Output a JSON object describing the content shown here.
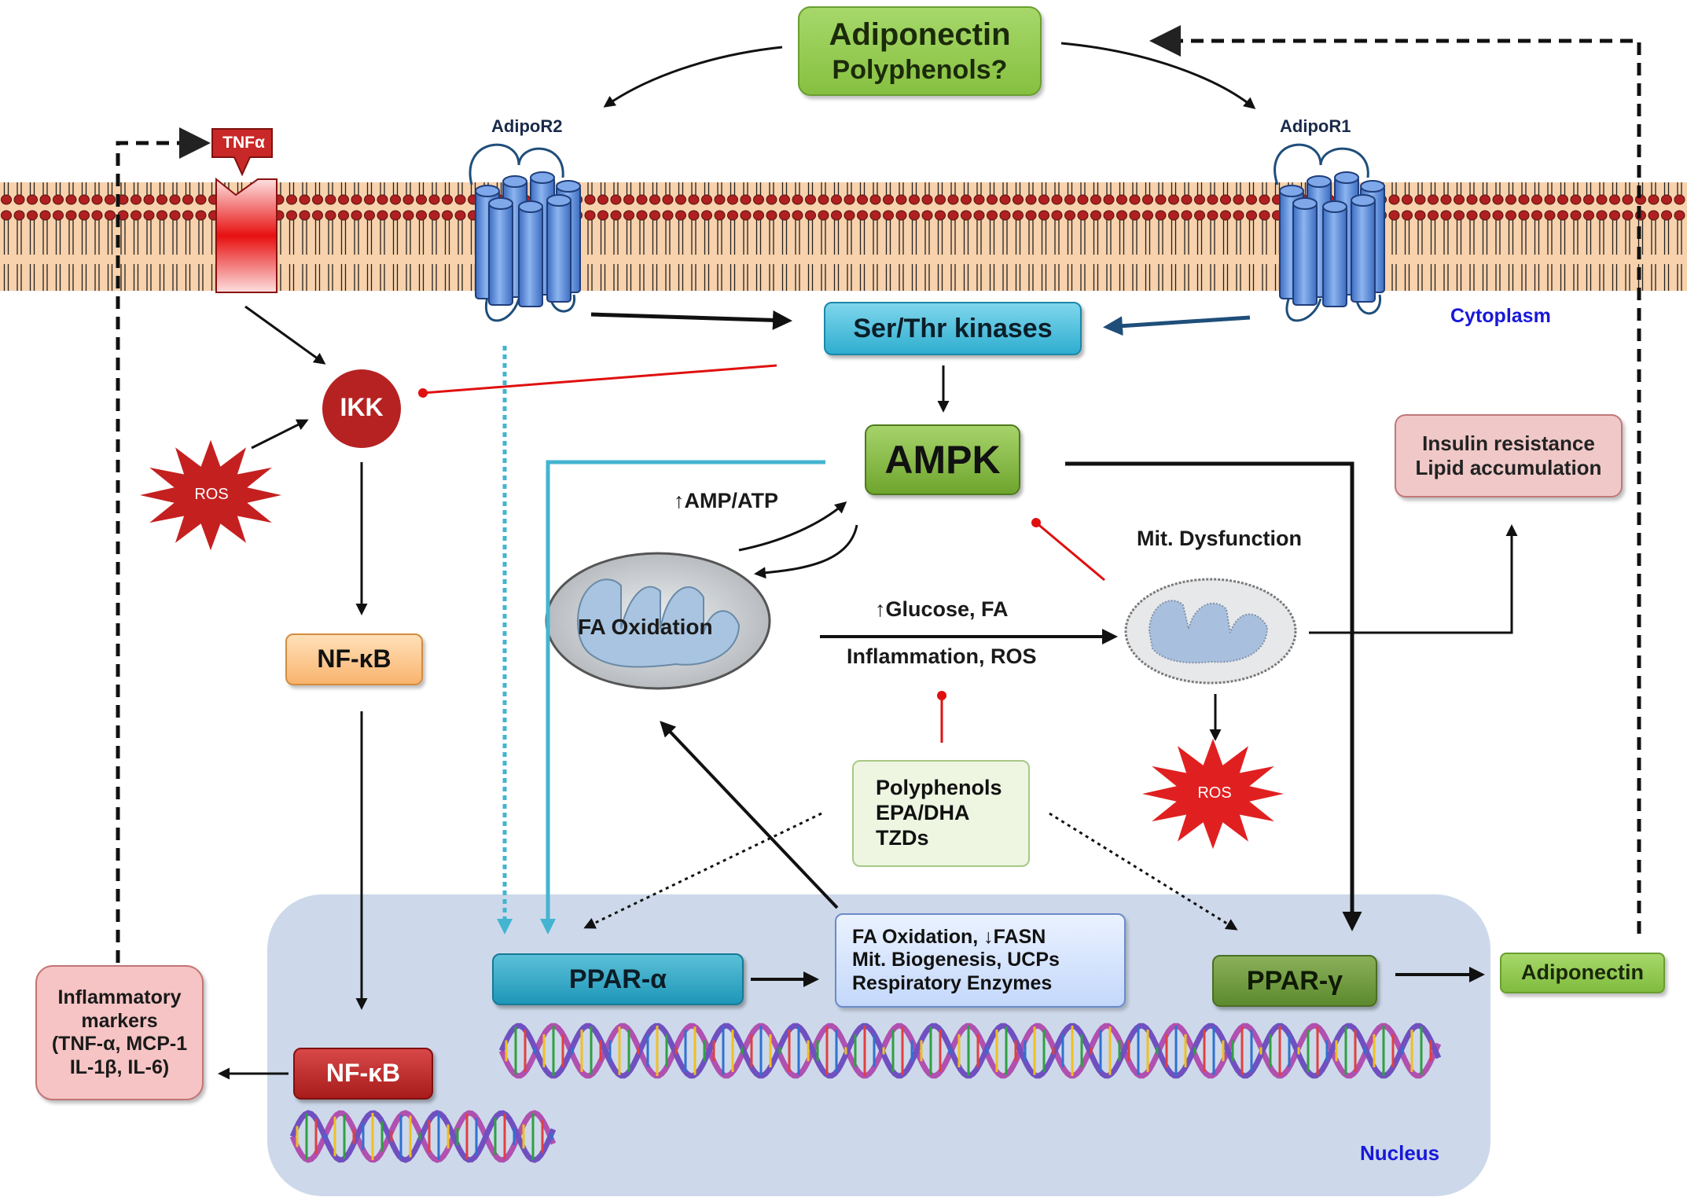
{
  "receptors": {
    "adipor2": "AdipoR2",
    "adipor1": "AdipoR1",
    "tnf": "TNFα"
  },
  "top_box": {
    "line1": "Adiponectin",
    "line2": "Polyphenols?"
  },
  "kinases": "Ser/Thr kinases",
  "ampk": "AMPK",
  "ikk": "IKK",
  "ros": "ROS",
  "cytoplasm": "Cytoplasm",
  "nucleus": "Nucleus",
  "nfkb": "NF-κB",
  "amp_atp": "↑AMP/ATP",
  "fa_oxidation": "FA Oxidation",
  "mito_dysfunction": "Mit. Dysfunction",
  "glucose_fa": "↑Glucose, FA",
  "inflammation_ros": "Inflammation, ROS",
  "insulin_box": {
    "line1": "Insulin resistance",
    "line2": "Lipid accumulation"
  },
  "agents_box": {
    "line1": "Polyphenols",
    "line2": "EPA/DHA",
    "line3": "TZDs"
  },
  "ppar_alpha": "PPAR-α",
  "ppar_gamma": "PPAR-γ",
  "targets_box": {
    "line1": "FA Oxidation, ↓FASN",
    "line2": "Mit. Biogenesis, UCPs",
    "line3": "Respiratory Enzymes"
  },
  "adiponectin_out": "Adiponectin",
  "inflam_box": {
    "line1": "Inflammatory",
    "line2": "markers",
    "line3": "(TNF-α, MCP-1",
    "line4": "IL-1β, IL-6)"
  },
  "colors": {
    "membrane": "#f8d2ac",
    "receptor_blue": "#5a8ede",
    "tnf_red": "#e01818",
    "inhibit_red": "#e01010",
    "cyan_line": "#44b4d0",
    "nucleus_bg": "#cdd9ea",
    "dna_pink": "#c04ab0"
  }
}
